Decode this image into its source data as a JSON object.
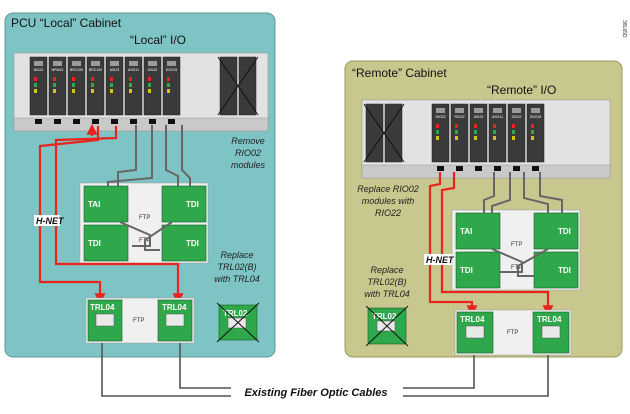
{
  "diagram": {
    "local_cabinet": {
      "title": "PCU “Local” Cabinet",
      "io_label": "“Local” I/O",
      "modules": [
        "NIS22",
        "NPM22",
        "BRC100",
        "BRC100",
        "ASI23",
        "ASO11",
        "DSI22",
        "DSO15"
      ],
      "note_remove": [
        "Remove",
        "RIO02",
        "modules"
      ],
      "note_replace": [
        "Replace",
        "TRL02(B)",
        "with TRL04"
      ],
      "hnet_label": "H-NET",
      "boards": [
        "TAI",
        "TDI",
        "TDI",
        "TDI"
      ],
      "trl_left": "TRL04",
      "trl_right": "TRL04",
      "ftp": "FTP",
      "old_trl": "TRL02"
    },
    "remote_cabinet": {
      "title": "“Remote” Cabinet",
      "io_label": "“Remote” I/O",
      "modules": [
        "RIO22",
        "RIO22",
        "ASI23",
        "ASO11",
        "DSI22",
        "DSO15"
      ],
      "note_replace_rio": [
        "Replace RIO02",
        "modules with",
        "RIO22"
      ],
      "note_replace_trl": [
        "Replace",
        "TRL02(B)",
        "with TRL04"
      ],
      "hnet_label": "H-NET",
      "boards": [
        "TAI",
        "TDI",
        "TDI",
        "TDI"
      ],
      "trl_left": "TRL04",
      "trl_right": "TRL04",
      "ftp": "FTP",
      "old_trl": "TRL02"
    },
    "fiber_label": "Existing Fiber Optic Cables",
    "side_code": "38L65D"
  },
  "colors": {
    "local_bg": "#7fc4c4",
    "remote_bg": "#c8c88e",
    "hnet": "#e8241c",
    "cable": "#666666",
    "board": "#2ea84a"
  }
}
